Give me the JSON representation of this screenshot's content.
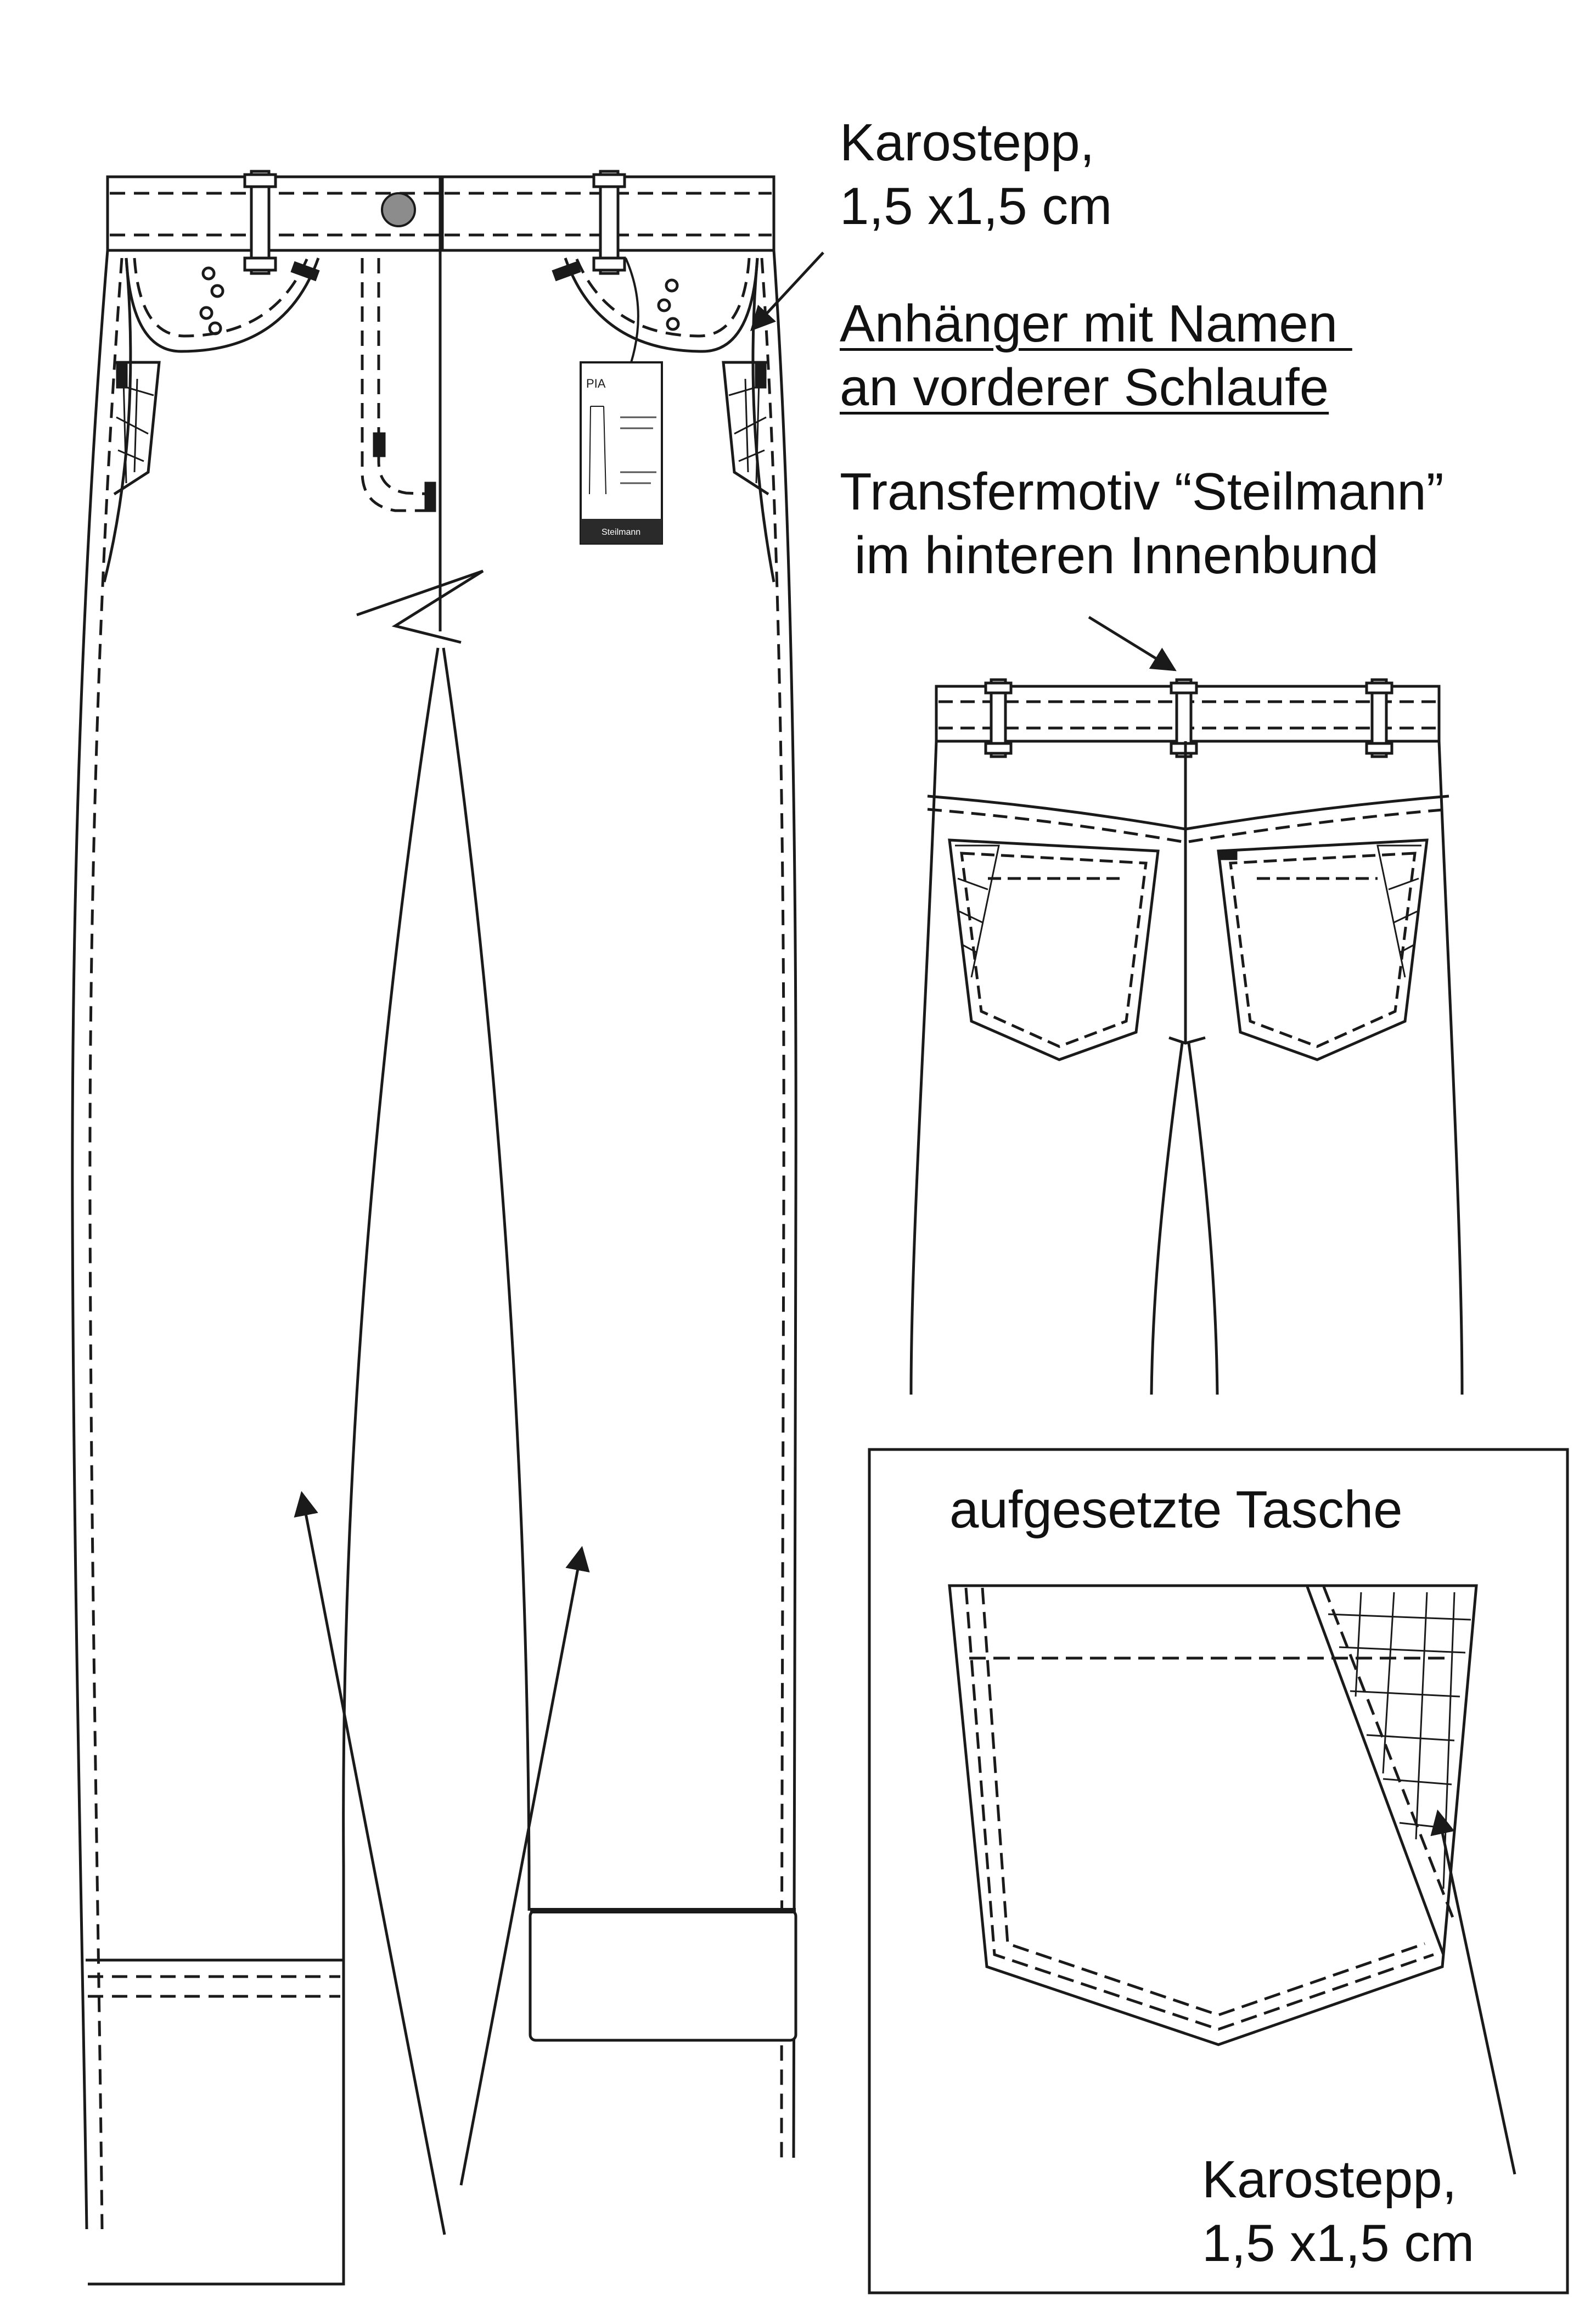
{
  "colors": {
    "line": "#1a1a1a",
    "paper": "#ffffff",
    "button": "#8c8c8c"
  },
  "labels": {
    "karostepp_top_line1": "Karostepp,",
    "karostepp_top_line2": "1,5 x1,5 cm",
    "anhaenger_line1": "Anhänger mit Namen ",
    "anhaenger_line2": "an vorderer Schlaufe",
    "transfer_line1": "Transfermotiv “Steilmann”",
    "transfer_line2": " im hinteren Innenbund",
    "pocket_title": "aufgesetzte Tasche",
    "karostepp_bottom_line1": "Karostepp,",
    "karostepp_bottom_line2": "1,5 x1,5 cm"
  },
  "hang_tag": {
    "title": "PIA",
    "brand": "Steilmann"
  }
}
